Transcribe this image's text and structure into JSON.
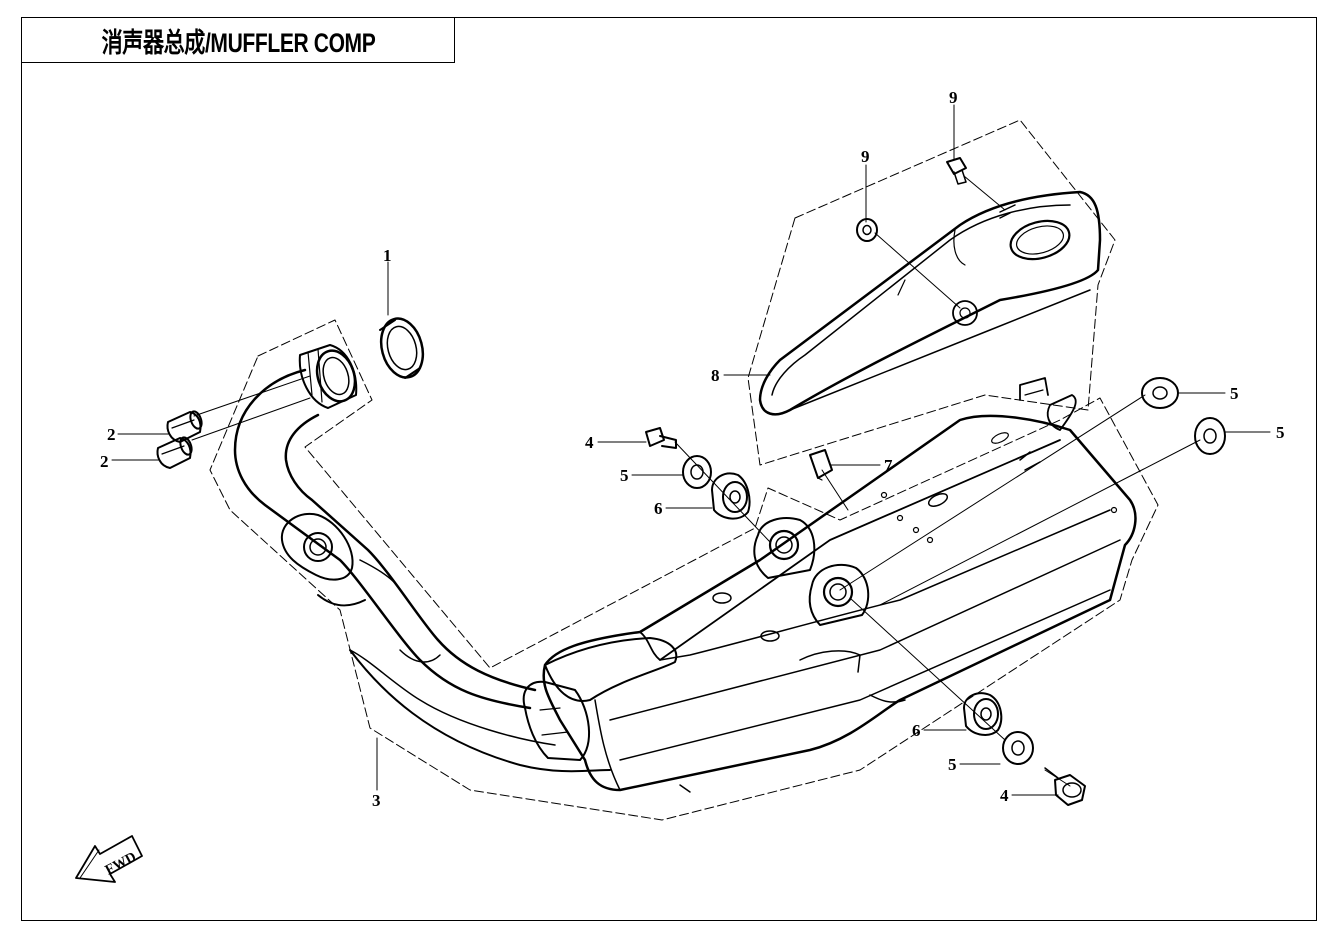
{
  "title": "消声器总成/MUFFLER COMP",
  "fwd_label": "FWD",
  "callouts": [
    {
      "id": "c1",
      "label": "1"
    },
    {
      "id": "c2a",
      "label": "2"
    },
    {
      "id": "c2b",
      "label": "2"
    },
    {
      "id": "c3",
      "label": "3"
    },
    {
      "id": "c4a",
      "label": "4"
    },
    {
      "id": "c4b",
      "label": "4"
    },
    {
      "id": "c5a",
      "label": "5"
    },
    {
      "id": "c5b",
      "label": "5"
    },
    {
      "id": "c5c",
      "label": "5"
    },
    {
      "id": "c5d",
      "label": "5"
    },
    {
      "id": "c6a",
      "label": "6"
    },
    {
      "id": "c6b",
      "label": "6"
    },
    {
      "id": "c7",
      "label": "7"
    },
    {
      "id": "c8",
      "label": "8"
    },
    {
      "id": "c9a",
      "label": "9"
    },
    {
      "id": "c9b",
      "label": "9"
    }
  ]
}
